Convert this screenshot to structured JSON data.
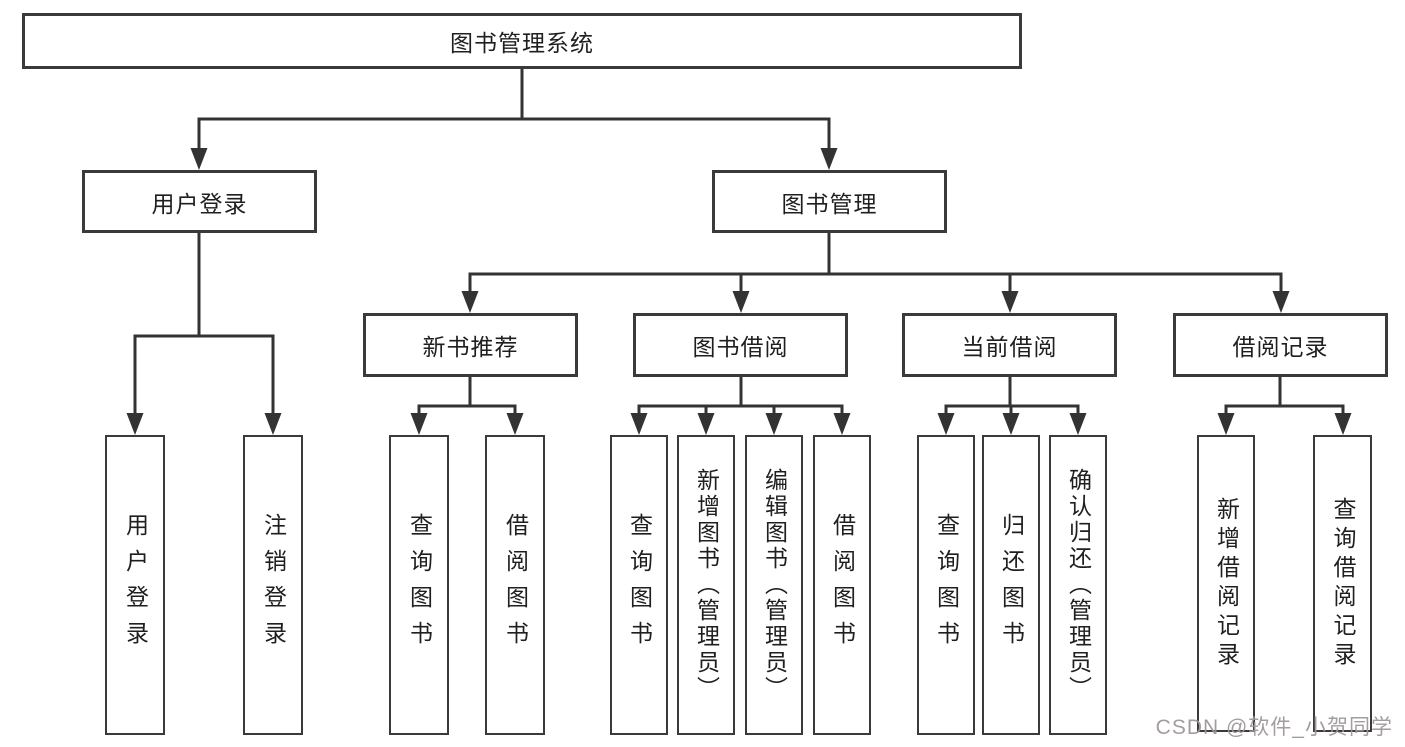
{
  "diagram": {
    "title": "图书管理系统",
    "root": {
      "label": "图书管理系统"
    },
    "level2": {
      "user_login": {
        "label": "用户登录"
      },
      "book_management": {
        "label": "图书管理"
      }
    },
    "level3": {
      "new_book": {
        "label": "新书推荐"
      },
      "book_borrow": {
        "label": "图书借阅"
      },
      "current_borrow": {
        "label": "当前借阅"
      },
      "borrow_record": {
        "label": "借阅记录"
      }
    },
    "leaves": {
      "user_login": [
        "用户登录",
        "注销登录"
      ],
      "new_book": [
        "查询图书",
        "借阅图书"
      ],
      "book_borrow": [
        "查询图书",
        "新增图书（管理员）",
        "编辑图书（管理员）",
        "借阅图书"
      ],
      "current_borrow": [
        "查询图书",
        "归还图书",
        "确认归还（管理员）"
      ],
      "borrow_record": [
        "新增借阅记录",
        "查询借阅记录"
      ]
    }
  },
  "watermark": {
    "text": "CSDN @软件_小贺同学"
  },
  "colors": {
    "line": "#333333",
    "border": "#3a3a3a",
    "text": "#1f1f1f",
    "background": "#ffffff",
    "watermark": "#9e9898"
  }
}
